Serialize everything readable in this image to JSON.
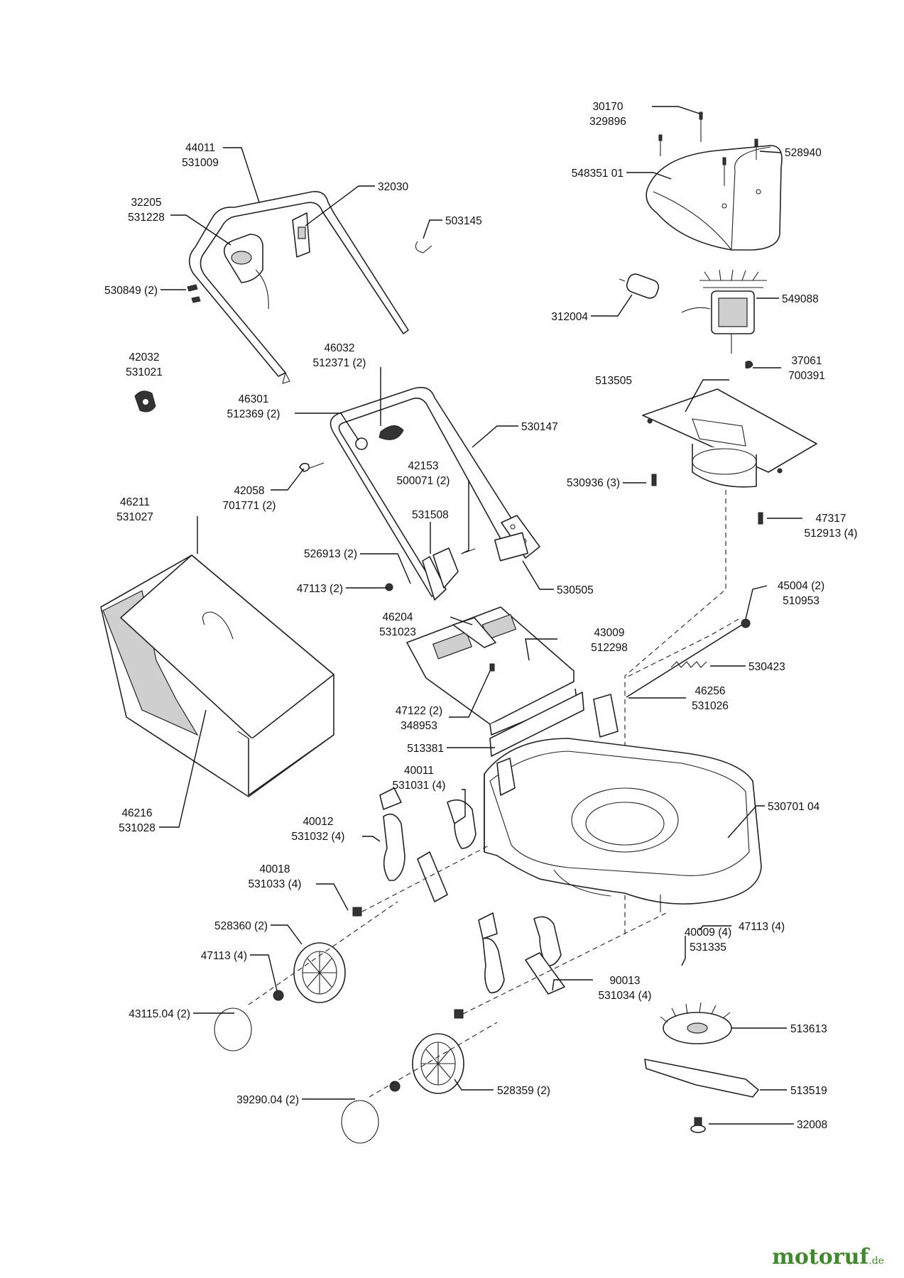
{
  "callouts": [
    {
      "lines": [
        "30170",
        "329896"
      ]
    },
    {
      "lines": [
        "528940"
      ]
    },
    {
      "lines": [
        "548351 01"
      ]
    },
    {
      "lines": [
        "44011",
        "531009"
      ]
    },
    {
      "lines": [
        "32030"
      ]
    },
    {
      "lines": [
        "32205",
        "531228"
      ]
    },
    {
      "lines": [
        "503145"
      ]
    },
    {
      "lines": [
        "530849 (2)"
      ]
    },
    {
      "lines": [
        "312004"
      ]
    },
    {
      "lines": [
        "549088"
      ]
    },
    {
      "lines": [
        "37061",
        "700391"
      ]
    },
    {
      "lines": [
        "42032",
        "531021"
      ]
    },
    {
      "lines": [
        "46032",
        "512371 (2)"
      ]
    },
    {
      "lines": [
        "46301",
        "512369 (2)"
      ]
    },
    {
      "lines": [
        "513505"
      ]
    },
    {
      "lines": [
        "530147"
      ]
    },
    {
      "lines": [
        "42153",
        "500071 (2)"
      ]
    },
    {
      "lines": [
        "530936 (3)"
      ]
    },
    {
      "lines": [
        "42058",
        "701771 (2)"
      ]
    },
    {
      "lines": [
        "46211",
        "531027"
      ]
    },
    {
      "lines": [
        "531508"
      ]
    },
    {
      "lines": [
        "47317",
        "512913 (4)"
      ]
    },
    {
      "lines": [
        "526913 (2)"
      ]
    },
    {
      "lines": [
        "47113 (2)"
      ]
    },
    {
      "lines": [
        "530505"
      ]
    },
    {
      "lines": [
        "45004 (2)",
        "510953"
      ]
    },
    {
      "lines": [
        "46204",
        "531023"
      ]
    },
    {
      "lines": [
        "43009",
        "512298"
      ]
    },
    {
      "lines": [
        "530423"
      ]
    },
    {
      "lines": [
        "46256",
        "531026"
      ]
    },
    {
      "lines": [
        "47122 (2)",
        "348953"
      ]
    },
    {
      "lines": [
        "513381"
      ]
    },
    {
      "lines": [
        "40011",
        "531031 (4)"
      ]
    },
    {
      "lines": [
        "530701 04"
      ]
    },
    {
      "lines": [
        "46216",
        "531028"
      ]
    },
    {
      "lines": [
        "40012",
        "531032 (4)"
      ]
    },
    {
      "lines": [
        "40018",
        "531033 (4)"
      ]
    },
    {
      "lines": [
        "528360 (2)"
      ]
    },
    {
      "lines": [
        "47113 (4)"
      ]
    },
    {
      "lines": [
        "40009 (4)",
        "531335"
      ]
    },
    {
      "lines": [
        "47113 (4)"
      ]
    },
    {
      "lines": [
        "90013",
        "531034 (4)"
      ]
    },
    {
      "lines": [
        "43115.04 (2)"
      ]
    },
    {
      "lines": [
        "513613"
      ]
    },
    {
      "lines": [
        "513519"
      ]
    },
    {
      "lines": [
        "528359 (2)"
      ]
    },
    {
      "lines": [
        "39290.04 (2)"
      ]
    },
    {
      "lines": [
        "32008"
      ]
    }
  ],
  "watermark": {
    "main": "motoruf",
    "suffix": ".de"
  },
  "colors": {
    "line": "#222222",
    "logo_green": "#3f8a2a",
    "logo_orange": "#d6821c"
  }
}
